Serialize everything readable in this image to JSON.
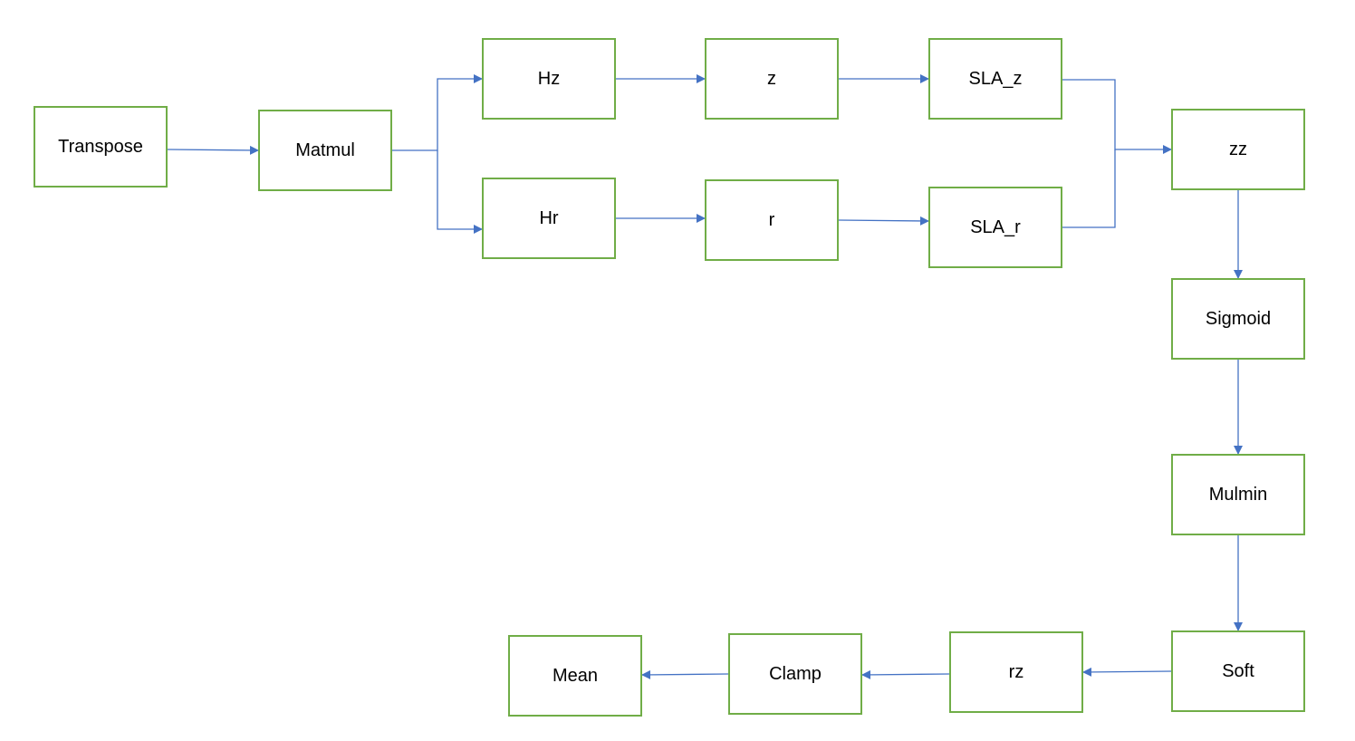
{
  "diagram": {
    "nodes": {
      "transpose": "Transpose",
      "matmul": "Matmul",
      "hz": "Hz",
      "hr": "Hr",
      "z": "z",
      "r": "r",
      "sla_z": "SLA_z",
      "sla_r": "SLA_r",
      "zz": "zz",
      "sigmoid": "Sigmoid",
      "mulmin": "Mulmin",
      "soft": "Soft",
      "rz": "rz",
      "clamp": "Clamp",
      "mean": "Mean"
    },
    "edges": [
      [
        "transpose",
        "matmul"
      ],
      [
        "matmul",
        "hz"
      ],
      [
        "matmul",
        "hr"
      ],
      [
        "hz",
        "z"
      ],
      [
        "hr",
        "r"
      ],
      [
        "z",
        "sla_z"
      ],
      [
        "r",
        "sla_r"
      ],
      [
        "sla_z",
        "zz"
      ],
      [
        "sla_r",
        "zz"
      ],
      [
        "zz",
        "sigmoid"
      ],
      [
        "sigmoid",
        "mulmin"
      ],
      [
        "mulmin",
        "soft"
      ],
      [
        "soft",
        "rz"
      ],
      [
        "rz",
        "clamp"
      ],
      [
        "clamp",
        "mean"
      ]
    ],
    "colors": {
      "box_border": "#70ad47",
      "connector": "#4472c4"
    }
  }
}
